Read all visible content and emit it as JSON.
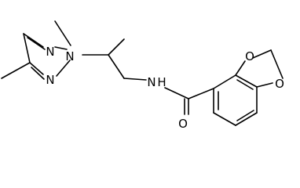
{
  "structure": {
    "atoms": {
      "n_triazole_1": "N",
      "n_triazole_2": "N",
      "n_triazole_4": "N",
      "n_amide": "N",
      "h_amide": "H",
      "o_carbonyl": "O",
      "o_dioxole_upper": "O",
      "o_dioxole_lower": "O"
    },
    "colors": {
      "bond": "#000000",
      "label": "#000000",
      "background": "#ffffff"
    }
  }
}
